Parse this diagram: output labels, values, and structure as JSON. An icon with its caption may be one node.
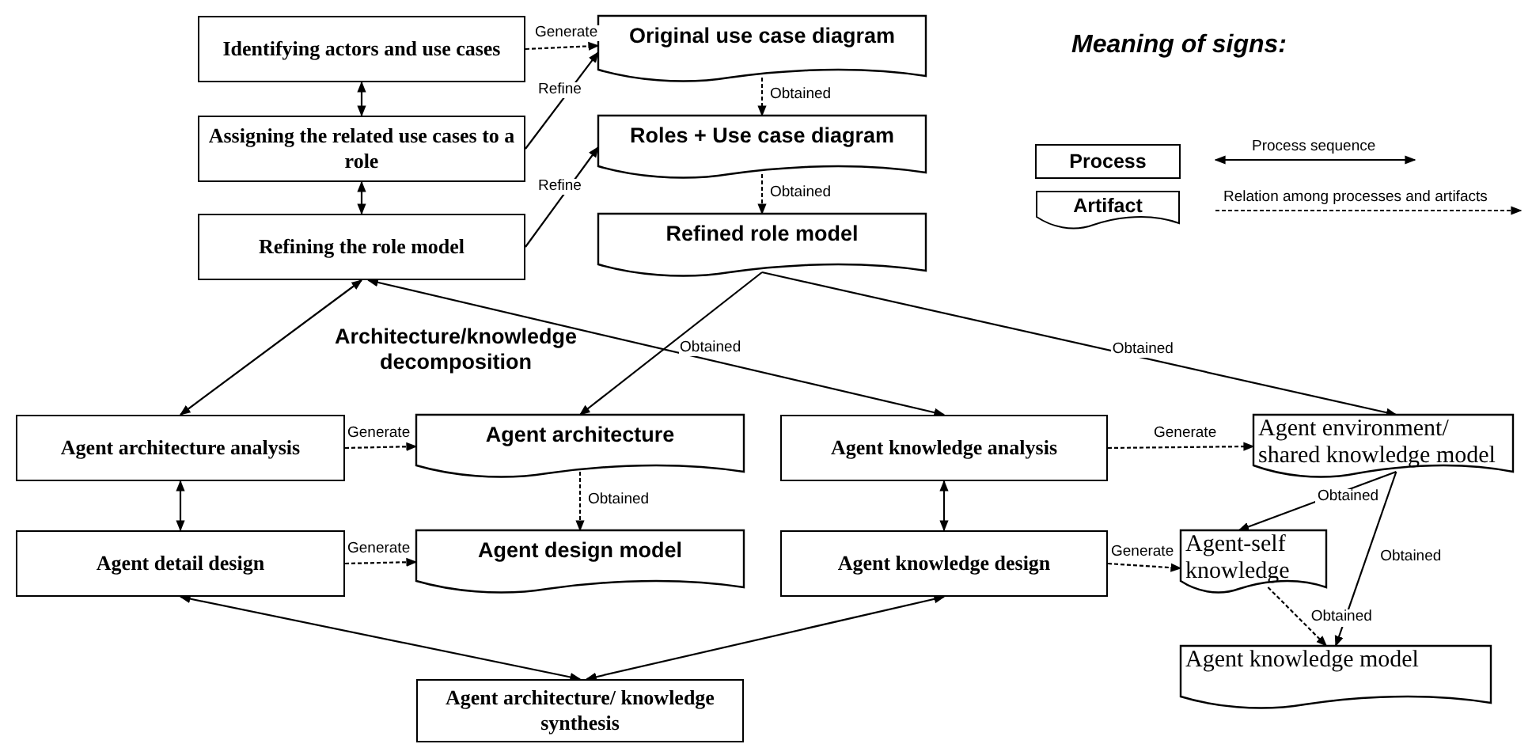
{
  "diagram": {
    "nodes": [
      {
        "text": [
          "Identifying actors and use cases"
        ]
      },
      {
        "text": [
          "Original use case diagram"
        ]
      },
      {
        "text": [
          "Assigning the related use cases to a role"
        ]
      },
      {
        "text": [
          "Roles + Use case diagram"
        ]
      },
      {
        "text": [
          "Refining the role model"
        ]
      },
      {
        "text": [
          "Refined role model"
        ]
      },
      {
        "text": [
          "Agent architecture analysis"
        ]
      },
      {
        "text": [
          "Agent architecture"
        ]
      },
      {
        "text": [
          "Agent knowledge analysis"
        ]
      },
      {
        "text": [
          "Agent environment/ shared knowledge model"
        ]
      },
      {
        "text": [
          "Agent detail design"
        ]
      },
      {
        "text": [
          "Agent design model"
        ]
      },
      {
        "text": [
          "Agent knowledge design"
        ]
      },
      {
        "text": [
          "Agent-self knowledge"
        ]
      },
      {
        "text": [
          "Agent knowledge model"
        ]
      },
      {
        "text": [
          "Agent architecture/ knowledge synthesis"
        ]
      }
    ],
    "edges": [
      {
        "from": 0,
        "to": 1,
        "arrow": "to",
        "label": "Generate",
        "style": "dashed"
      },
      {
        "from": 2,
        "to": 1,
        "arrow": "to",
        "label": "Refine"
      },
      {
        "from": 4,
        "to": 3,
        "arrow": "to",
        "label": "Refine"
      },
      {
        "from": 1,
        "to": 3,
        "arrow": "to",
        "label": "Obtained",
        "style": "dashed"
      },
      {
        "from": 3,
        "to": 5,
        "arrow": "to",
        "label": "Obtained",
        "style": "dashed"
      },
      {
        "from": 0,
        "to": 2,
        "arrow": "both"
      },
      {
        "from": 2,
        "to": 4,
        "arrow": "both"
      },
      {
        "from": 6,
        "to": 4,
        "arrow": "both"
      },
      {
        "from": 8,
        "to": 4,
        "arrow": "both"
      },
      {
        "from": 5,
        "to": 7,
        "arrow": "to",
        "label": "Obtained"
      },
      {
        "from": 5,
        "to": 9,
        "arrow": "to",
        "label": "Obtained"
      },
      {
        "from": 6,
        "to": 7,
        "arrow": "to",
        "label": "Generate",
        "style": "dashed"
      },
      {
        "from": 7,
        "to": 11,
        "arrow": "to",
        "label": "Obtained",
        "style": "dashed"
      },
      {
        "from": 8,
        "to": 9,
        "arrow": "to",
        "label": "Generate",
        "style": "dashed"
      },
      {
        "from": 6,
        "to": 10,
        "arrow": "both"
      },
      {
        "from": 8,
        "to": 12,
        "arrow": "both"
      },
      {
        "from": 10,
        "to": 11,
        "arrow": "to",
        "label": "Generate",
        "style": "dashed"
      },
      {
        "from": 12,
        "to": 13,
        "arrow": "to",
        "label": "Generate",
        "style": "dashed"
      },
      {
        "from": 9,
        "to": 13,
        "arrow": "to",
        "label": "Obtained"
      },
      {
        "from": 9,
        "to": 14,
        "arrow": "to",
        "label": "Obtained"
      },
      {
        "from": 13,
        "to": 14,
        "arrow": "to",
        "label": "Obtained",
        "style": "dashed"
      },
      {
        "from": 10,
        "to": 15,
        "arrow": "both"
      },
      {
        "from": 12,
        "to": 15,
        "arrow": "both"
      }
    ],
    "labels": [
      "Meaning of signs:",
      "Architecture/knowledge decomposition"
    ],
    "legend": [
      {
        "text": "Process"
      },
      {
        "text": "Artifact"
      },
      {
        "text": "Process sequence"
      },
      {
        "text": "Relation among processes and artifacts"
      }
    ]
  }
}
